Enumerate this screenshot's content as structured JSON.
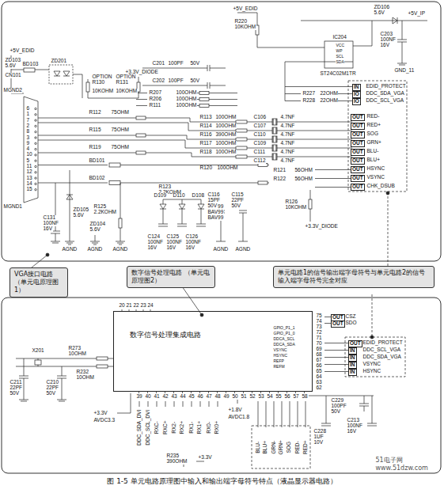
{
  "diagram": {
    "caption": "图 1-5   单元电路原理图中输入和输出端字母符号特点（液晶显示器电路）",
    "nodes": [
      {
        "text": [
          "VGA接口电路 （单元电原理图1）"
        ]
      },
      {
        "text": [
          "数字信号处理电路 （单元电原理图2）"
        ]
      },
      {
        "text": [
          "单元电路1的信号输出端字母符号与单元电路2的信号输入端字母符号完全对应"
        ]
      },
      {
        "text": [
          "数字信号处理集成电路"
        ]
      }
    ],
    "labels": [
      "+5V_EDID",
      "ZD103",
      "5.6V",
      "BD103",
      "ZD201",
      "CN101",
      "MGND2",
      "6",
      "1",
      "7",
      "2",
      "8",
      "3",
      "9",
      "4",
      "10",
      "5",
      "11",
      "12",
      "13",
      "14",
      "15",
      "MGND1",
      "C131",
      "100NF",
      "16V",
      "ZD105",
      "5.6V",
      "ZD104",
      "5.6V",
      "R125",
      "2.2KOHM",
      "AGND",
      "AGND",
      "AGND",
      "+3.3V_DIODE",
      "OPTION",
      "R130",
      "OPTION",
      "R131",
      "10KOHM",
      "10KOHM",
      "R112",
      "R115",
      "R119",
      "75OHM",
      "75OHM",
      "75OHM",
      "BD101",
      "BD102",
      "R123",
      "2.2KOHM",
      "D109",
      "D110",
      "D108",
      "BAV99",
      "BAV99",
      "BAV99",
      "C124",
      "C125",
      "C126",
      "100NF",
      "100NF",
      "100NF",
      "16V",
      "16V",
      "16V",
      "C201",
      "C202",
      "100PF",
      "100PF",
      "50V",
      "50V",
      "R207",
      "R206",
      "R111",
      "100OHM",
      "100OHM",
      "100OHM",
      "R113",
      "R114",
      "R116",
      "R117",
      "R118",
      "100OHM",
      "100OHM",
      "390OHM",
      "100OHM",
      "100OHM",
      "R120",
      "100OHM",
      "C106",
      "C107",
      "C110",
      "C109",
      "C111",
      "4.7NF",
      "4.7NF",
      "4.7NF",
      "4.7NF",
      "4.7NF",
      "C112",
      "4.7NF",
      "R121",
      "R122",
      "56OHM",
      "56OHM",
      "C116",
      "15PF",
      "50V",
      "C115",
      "22PF",
      "50V",
      "R126",
      "10KOHM",
      "+3.3V_DIODE",
      "AGND",
      "AGND",
      "+5V_EDID",
      "R220",
      "10KOHM",
      "IC204",
      "VCC",
      "WP",
      "SCL",
      "SDA",
      "ST24C02M1TR",
      "ZD106",
      "5.6V",
      "+5V_IP",
      "C203",
      "100NF",
      "16V",
      "GND_11",
      "R227",
      "R228",
      "22OHM",
      "22OHM",
      "IN",
      "IO",
      "IO",
      "EDID_PROTECT",
      "DDC_SDA_VGA",
      "DDC_SCL_VGA",
      "OUT",
      "OUT",
      "OUT",
      "OUT",
      "OUT",
      "OUT",
      "OUT",
      "OUT",
      "OUT",
      "RED-",
      "RED+",
      "SOG",
      "GRN+",
      "BLU-",
      "BLU+",
      "HSYNC",
      "VSYNC",
      "CHK_DSUB",
      "20",
      "21",
      "22",
      "23",
      "24",
      "75",
      "74",
      "73",
      "72",
      "71",
      "70",
      "69",
      "68",
      "67",
      "66",
      "65",
      "64",
      "63",
      "62",
      "39",
      "40",
      "41",
      "42",
      "43",
      "44",
      "45",
      "46",
      "47",
      "48",
      "49",
      "50",
      "51",
      "52",
      "53",
      "54",
      "55",
      "56",
      "57",
      "58",
      "GPIO_P1_1",
      "GPIO_P1_0",
      "DDCA_SCL",
      "DDCA_SDA",
      "VSYNC",
      "HSYNC",
      "REFP",
      "REFM",
      "OUT",
      "OUT",
      "CSZ",
      "SDO",
      "OUT",
      "IN",
      "IN",
      "IN",
      "IN",
      "EDID_PROTECT",
      "DDC_SCL_VGA",
      "DDC_SDA_VGA",
      "VSYNC",
      "HSYNC",
      "X201",
      "R273",
      "10OHM",
      "R232",
      "10OHM",
      "C211",
      "22PF",
      "50V",
      "C210",
      "22PF",
      "50V",
      "+3.3V",
      "AVDC3.3",
      "DDC_SDA_DVI",
      "DDC_SCL_DVI",
      "RXC-",
      "RXC+",
      "RX2-",
      "RX2+",
      "RX1-",
      "RX1+",
      "RX0-",
      "RX0+",
      "R235",
      "390OHM",
      "+3.3V",
      "+1.8V",
      "AVDC1.8",
      "BLU-",
      "BLU+",
      "GRN-",
      "GRN+",
      "SOG",
      "RED-",
      "RED+",
      "C229",
      "100PF",
      "50V",
      "C228",
      "1UF",
      "10V",
      "C213",
      "100NF",
      "16V",
      "51电子网",
      "www.51dzw.com"
    ]
  }
}
